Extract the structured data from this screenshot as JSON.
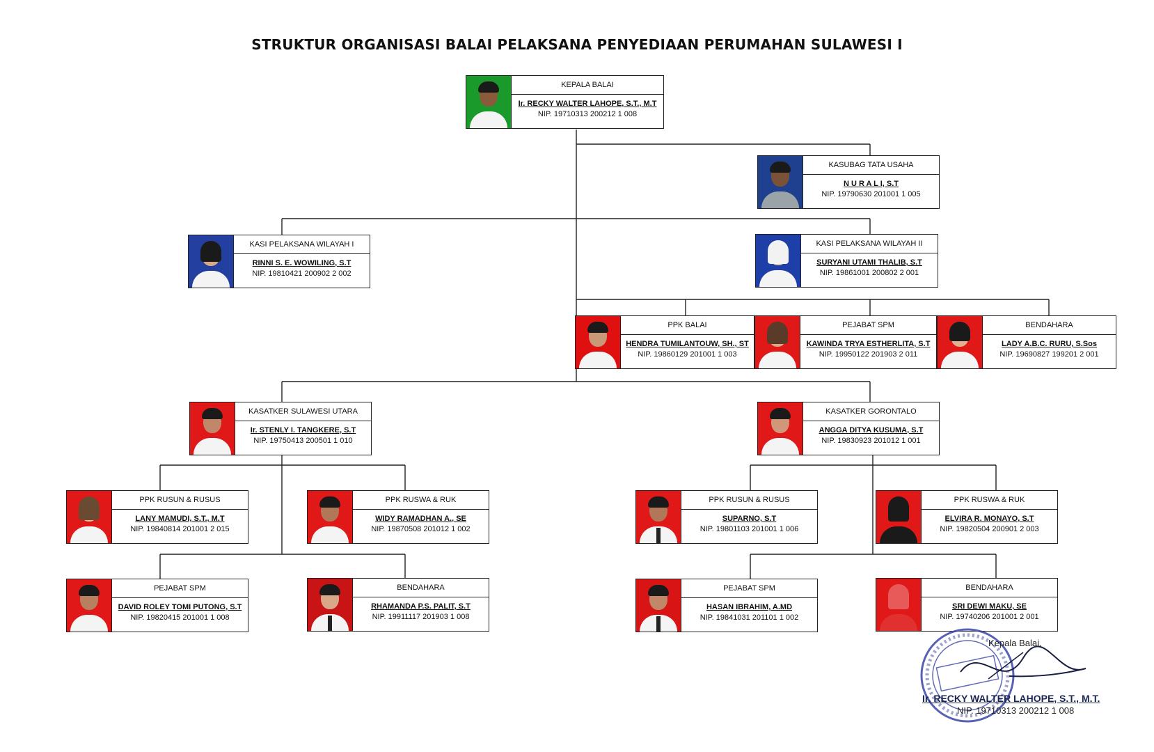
{
  "title": "STRUKTUR ORGANISASI BALAI PELAKSANA PENYEDIAAN PERUMAHAN SULAWESI I",
  "people": {
    "kepala": {
      "role": "KEPALA BALAI",
      "name": "Ir. RECKY WALTER LAHOPE, S.T., M.T",
      "nip": "NIP. 19710313 200212 1 008",
      "bg": "#1a9a2a"
    },
    "kasubag": {
      "role": "KASUBAG TATA USAHA",
      "name": "N U R   A L I, S.T",
      "nip": "NIP. 19790630 201001 1 005",
      "bg": "#1f3f8f"
    },
    "kasi1": {
      "role": "KASI PELAKSANA WILAYAH I",
      "name": "RINNI S. E. WOWILING, S.T",
      "nip": "NIP. 19810421 200902 2 002",
      "bg": "#2340a0"
    },
    "kasi2": {
      "role": "KASI PELAKSANA WILAYAH II",
      "name": "SURYANI UTAMI THALIB, S.T",
      "nip": "NIP. 19861001 200802 2 001",
      "bg": "#1f3fa8"
    },
    "ppkbalai": {
      "role": "PPK BALAI",
      "name": "HENDRA TUMILANTOUW, SH., ST",
      "nip": "NIP. 19860129 201001 1 003",
      "bg": "#e01010"
    },
    "pejabatspm": {
      "role": "PEJABAT SPM",
      "name": "KAWINDA TRYA ESTHERLITA, S.T",
      "nip": "NIP. 19950122 201903 2 011",
      "bg": "#e01818"
    },
    "bendahara": {
      "role": "BENDAHARA",
      "name": "LADY A.B.C. RURU, S.Sos",
      "nip": "NIP. 19690827 199201 2 001",
      "bg": "#e01818"
    },
    "kasatker_sulut": {
      "role": "KASATKER SULAWESI UTARA",
      "name": "Ir. STENLY I. TANGKERE, S.T",
      "nip": "NIP. 19750413 200501 1 010",
      "bg": "#e01818"
    },
    "kasatker_gtlo": {
      "role": "KASATKER GORONTALO",
      "name": "ANGGA DITYA KUSUMA, S.T",
      "nip": "NIP. 19830923 201012 1 001",
      "bg": "#e01818"
    },
    "sulut_ppk_rusun": {
      "role": "PPK RUSUN & RUSUS",
      "name": "LANY MAMUDI, S.T., M.T",
      "nip": "NIP. 19840814 201001 2 015",
      "bg": "#e01818"
    },
    "sulut_ppk_ruswa": {
      "role": "PPK RUSWA & RUK",
      "name": "WIDY RAMADHAN A., SE",
      "nip": "NIP. 19870508 201012 1 002",
      "bg": "#e01818"
    },
    "sulut_spm": {
      "role": "PEJABAT SPM",
      "name": "DAVID ROLEY TOMI PUTONG, S.T",
      "nip": "NIP. 19820415 201001 1 008",
      "bg": "#e01818"
    },
    "sulut_bendahara": {
      "role": "BENDAHARA",
      "name": "RHAMANDA P.S. PALIT, S.T",
      "nip": "NIP. 19911117 201903 1 008",
      "bg": "#c81414"
    },
    "gtlo_ppk_rusun": {
      "role": "PPK RUSUN & RUSUS",
      "name": "SUPARNO, S.T",
      "nip": "NIP. 19801103 201001 1 006",
      "bg": "#e01818"
    },
    "gtlo_ppk_ruswa": {
      "role": "PPK RUSWA & RUK",
      "name": "ELVIRA R. MONAYO, S.T",
      "nip": "NIP. 19820504 200901 2 003",
      "bg": "#e01818"
    },
    "gtlo_spm": {
      "role": "PEJABAT SPM",
      "name": "HASAN IBRAHIM, A.MD",
      "nip": "NIP. 19841031 201101 1 002",
      "bg": "#d81414"
    },
    "gtlo_bendahara": {
      "role": "BENDAHARA",
      "name": "SRI DEWI MAKU, SE",
      "nip": "NIP. 19740206 201001 2 001",
      "bg": "#e01818"
    }
  },
  "signature": {
    "title": "Kepala Balai,",
    "name": "Ir. RECKY WALTER LAHOPE, S.T., M.T.",
    "nip": "NIP. 19710313 200212 1 008"
  }
}
